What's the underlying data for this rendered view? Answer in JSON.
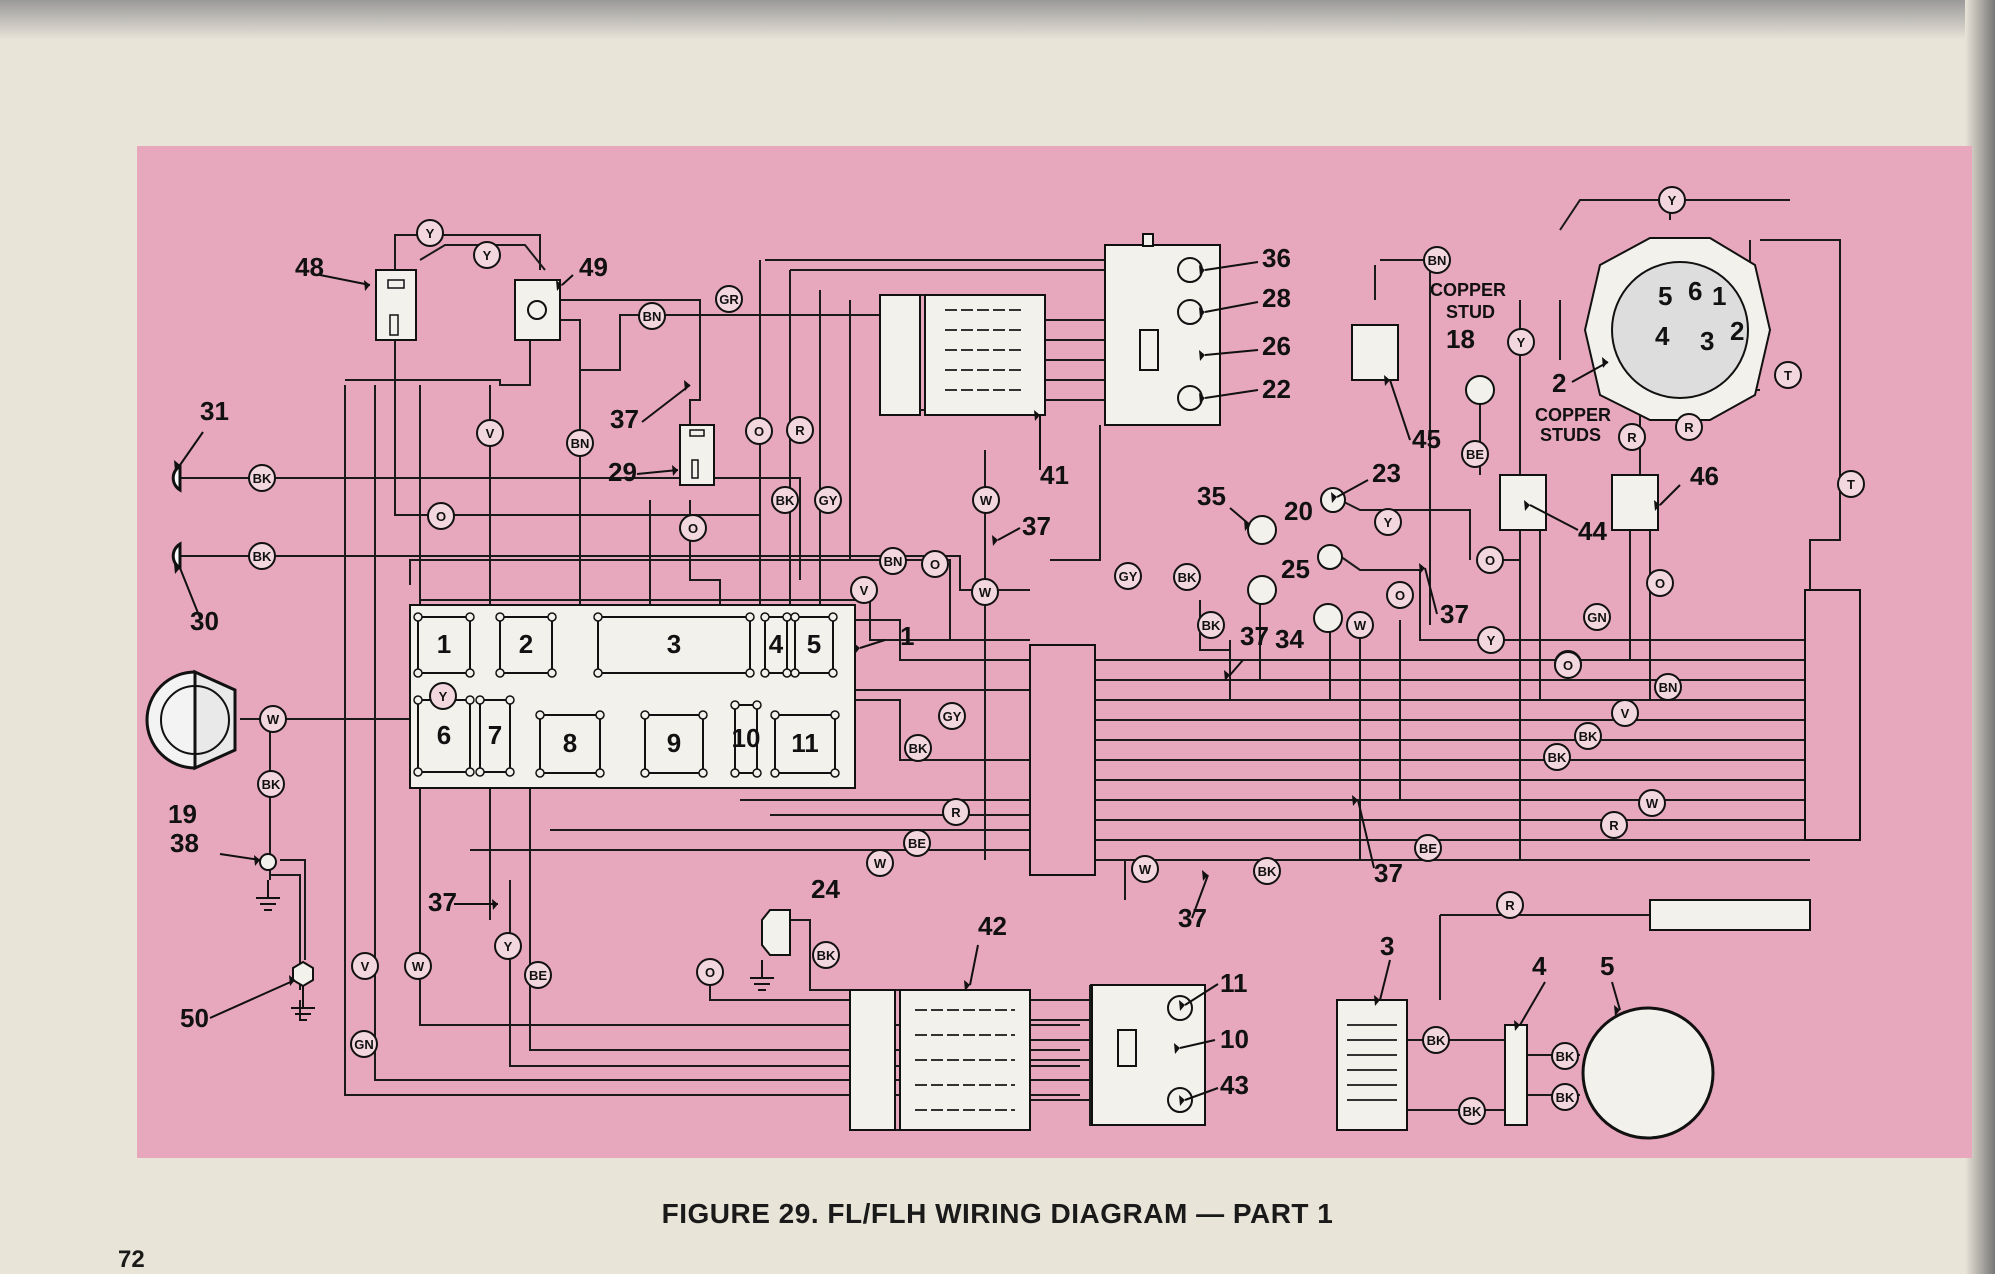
{
  "figure": {
    "caption": "FIGURE 29.  FL/FLH WIRING DIAGRAM — PART 1",
    "page_number": "72",
    "background_color": "#e7a7bd"
  },
  "notes": {
    "copper_stud": [
      "COPPER",
      "STUD"
    ],
    "copper_studs": [
      "COPPER",
      "STUDS"
    ]
  },
  "callouts": [
    "1",
    "2",
    "3",
    "4",
    "5",
    "10",
    "11",
    "18",
    "19",
    "20",
    "22",
    "23",
    "24",
    "25",
    "26",
    "28",
    "29",
    "30",
    "31",
    "34",
    "35",
    "36",
    "37",
    "37",
    "37",
    "37",
    "37",
    "37",
    "37",
    "38",
    "41",
    "42",
    "43",
    "44",
    "45",
    "46",
    "48",
    "49",
    "50"
  ],
  "terminal_block_cells": [
    "1",
    "2",
    "3",
    "4",
    "5",
    "6",
    "7",
    "8",
    "9",
    "10",
    "11"
  ],
  "wire_colors": [
    "Y",
    "BN",
    "GR",
    "O",
    "R",
    "V",
    "BK",
    "GY",
    "W",
    "GN",
    "BE",
    "T"
  ],
  "ignition_switch_numbers": [
    "5",
    "6",
    "1",
    "4",
    "3",
    "2"
  ]
}
